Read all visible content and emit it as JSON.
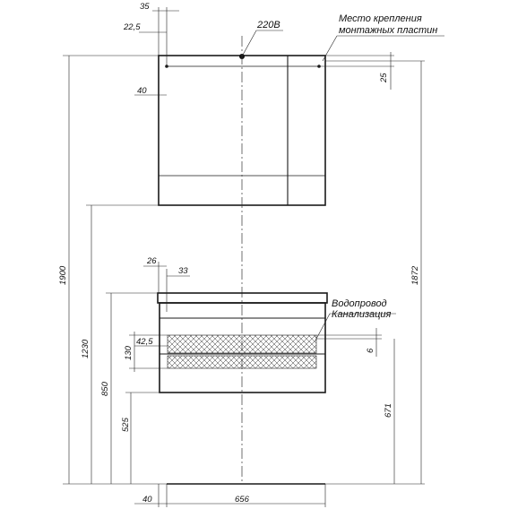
{
  "labels": {
    "power": "220В",
    "mount_line1": "Место крепления",
    "mount_line2": "монтажных пластин",
    "water_line1": "Водопровод",
    "water_line2": "Канализация"
  },
  "dimensions": {
    "d35": "35",
    "d22_5": "22,5",
    "d40_top": "40",
    "d25": "25",
    "d1900": "1900",
    "d1872": "1872",
    "d1230": "1230",
    "d850": "850",
    "d525": "525",
    "d130": "130",
    "d42_5": "42,5",
    "d26": "26",
    "d33": "33",
    "d6": "6",
    "d671": "671",
    "d40_bottom": "40",
    "d656": "656"
  },
  "colors": {
    "line": "#1a1a1a",
    "background": "#ffffff"
  }
}
